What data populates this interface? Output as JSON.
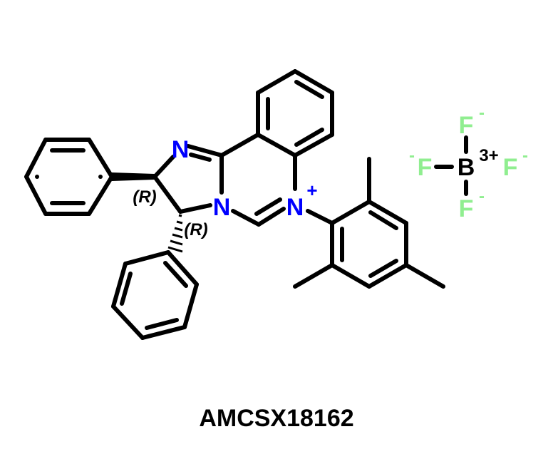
{
  "compound_id": "AMCSX18162",
  "atoms": {
    "n_imine": "N",
    "n_ring": "N",
    "n_plus": "N",
    "plus": "+",
    "boron": "B",
    "boron_charge": "3+",
    "fluorine": "F",
    "f_minus": "-"
  },
  "stereo": {
    "c2": "(R)",
    "c3": "(R)"
  },
  "colors": {
    "bond": "#000000",
    "nitrogen": "#0000ff",
    "fluorine": "#90ee90",
    "text": "#000000"
  }
}
